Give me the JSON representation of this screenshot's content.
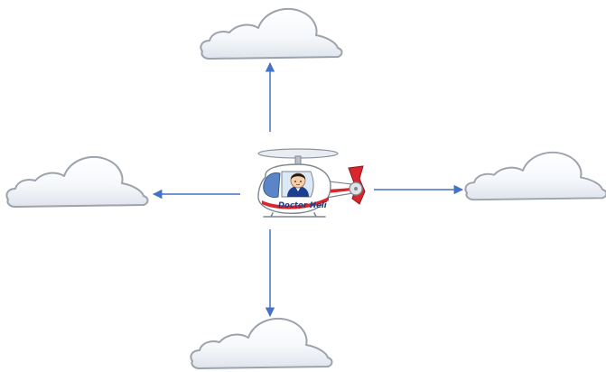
{
  "helicopter": {
    "label": "Doctor Heli",
    "body_color": "#ffffff",
    "accent_color": "#d9262c",
    "window_color": "#5a86c8",
    "pilot_hair_color": "#2a1a12",
    "pilot_shirt_color": "#1d3f8f"
  },
  "arrows": {
    "color": "#4472c4",
    "directions": [
      "up",
      "down",
      "left",
      "right"
    ]
  },
  "clouds": {
    "fill_color": "#f6f8fb",
    "shade_color": "#dfe4ec",
    "outline_color": "#9ca3ad",
    "positions": [
      "top",
      "left",
      "right",
      "bottom"
    ]
  }
}
